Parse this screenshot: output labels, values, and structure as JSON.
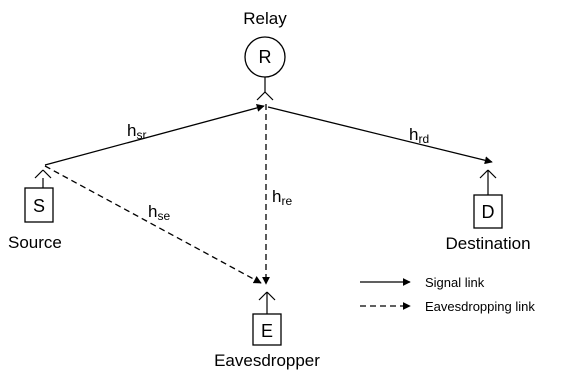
{
  "nodes": {
    "relay": {
      "letter": "R",
      "label": "Relay"
    },
    "source": {
      "letter": "S",
      "label": "Source"
    },
    "destination": {
      "letter": "D",
      "label": "Destination"
    },
    "eavesdropper": {
      "letter": "E",
      "label": "Eavesdropper"
    }
  },
  "channels": {
    "sr": {
      "main": "h",
      "sub": "sr"
    },
    "rd": {
      "main": "h",
      "sub": "rd"
    },
    "se": {
      "main": "h",
      "sub": "se"
    },
    "re": {
      "main": "h",
      "sub": "re"
    }
  },
  "legend": {
    "signal": "Signal link",
    "eavesdropping": "Eavesdropping link"
  },
  "colors": {
    "stroke": "#000000",
    "background": "#ffffff"
  }
}
